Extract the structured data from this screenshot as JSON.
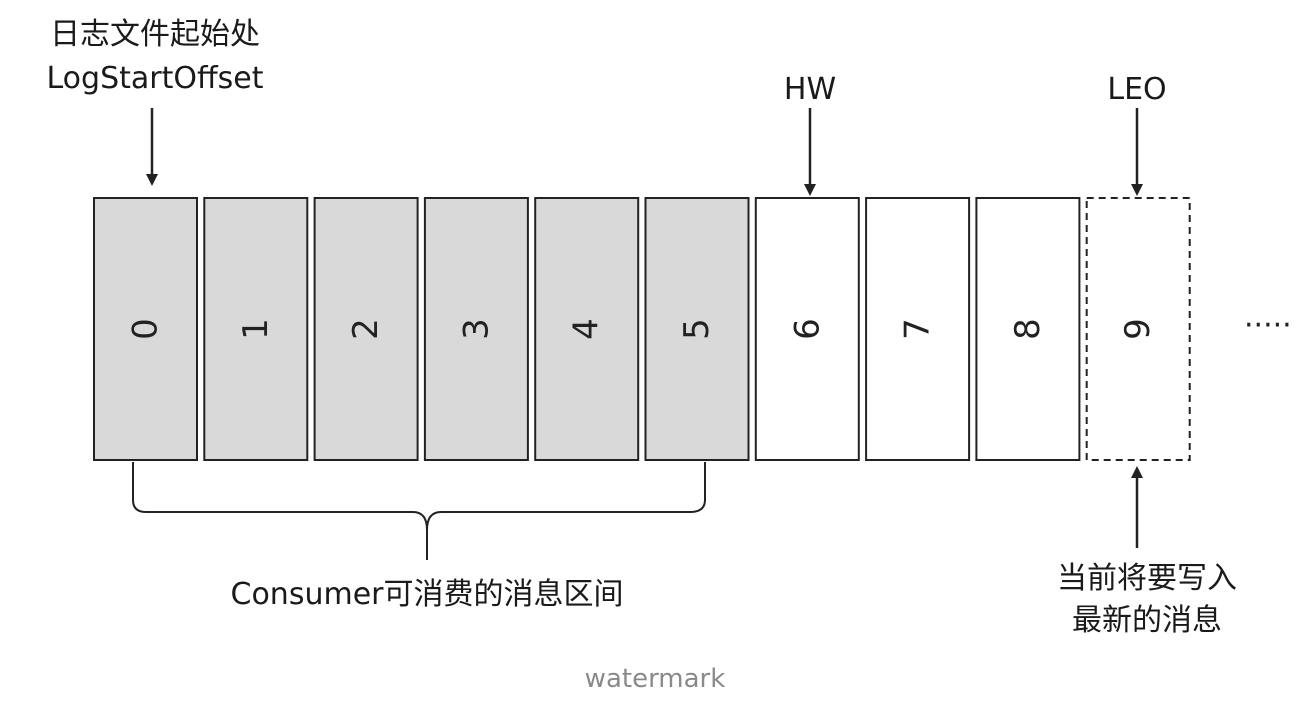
{
  "diagram": {
    "log_start": {
      "line1": "日志文件起始处",
      "line2": "LogStartOffset"
    },
    "hw_label": "HW",
    "leo_label": "LEO",
    "cells": [
      {
        "label": "0",
        "state": "consumable"
      },
      {
        "label": "1",
        "state": "consumable"
      },
      {
        "label": "2",
        "state": "consumable"
      },
      {
        "label": "3",
        "state": "consumable"
      },
      {
        "label": "4",
        "state": "consumable"
      },
      {
        "label": "5",
        "state": "consumable"
      },
      {
        "label": "6",
        "state": "committed-pending"
      },
      {
        "label": "7",
        "state": "committed-pending"
      },
      {
        "label": "8",
        "state": "committed-pending"
      },
      {
        "label": "9",
        "state": "next-write"
      }
    ],
    "ellipsis": "·····",
    "brace_label": "Consumer可消费的消息区间",
    "next_write": {
      "line1": "当前将要写入",
      "line2": "最新的消息"
    },
    "colors": {
      "consumable_fill": "#d9d9d9",
      "stroke": "#222222",
      "plain_fill": "#ffffff"
    }
  },
  "watermark": "watermark"
}
